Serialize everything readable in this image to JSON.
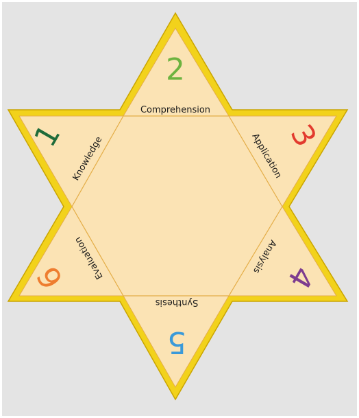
{
  "diagram": {
    "colors": {
      "background": "#e4e4e4",
      "star_outline": "#f2d21b",
      "star_outline_dark": "#c9a400",
      "star_fill": "#fbe3b4",
      "inner_lines": "#e4ad47"
    },
    "segments": [
      {
        "number": "2",
        "label": "Comprehension",
        "number_color": "#6db33f"
      },
      {
        "number": "3",
        "label": "Application",
        "number_color": "#e23b2e"
      },
      {
        "number": "4",
        "label": "Analysis",
        "number_color": "#7d3c8f"
      },
      {
        "number": "5",
        "label": "Synthesis",
        "number_color": "#3a9ad9"
      },
      {
        "number": "6",
        "label": "Evaluation",
        "number_color": "#ee7d2f"
      },
      {
        "number": "1",
        "label": "Knowledge",
        "number_color": "#1e6b3a"
      }
    ]
  }
}
